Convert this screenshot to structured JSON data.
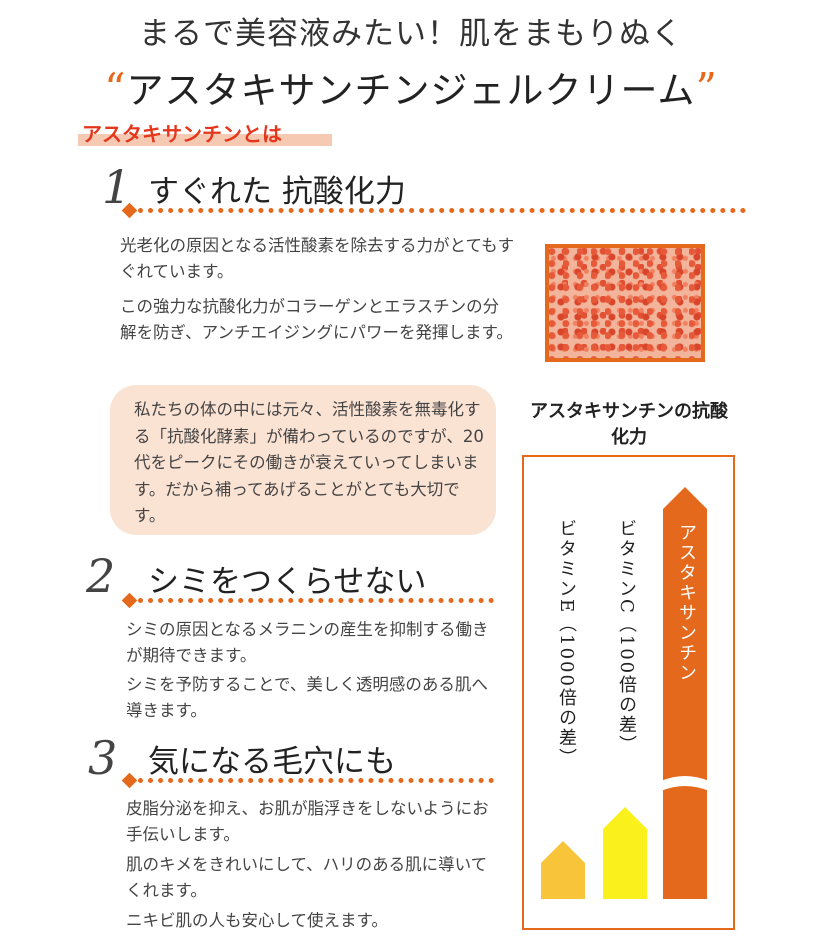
{
  "header": {
    "title_line1": "まるで美容液みたい！肌をまもりぬく",
    "open_quote": "“",
    "title_line2": "アスタキサンチンジェルクリーム",
    "close_quote": "”",
    "about_label": "アスタキサンチンとは"
  },
  "sections": [
    {
      "number": "1",
      "title": "すぐれた 抗酸化力",
      "paragraphs": [
        "光老化の原因となる活性酸素を除去する力がとてもすぐれています。",
        "この強力な抗酸化力がコラーゲンとエラスチンの分解を防ぎ、アンチエイジングにパワーを発揮します。"
      ]
    },
    {
      "number": "2",
      "title": "シミをつくらせない",
      "paragraphs": [
        "シミの原因となるメラニンの産生を抑制する働きが期待できます。",
        "シミを予防することで、美しく透明感のある肌へ導きます。"
      ]
    },
    {
      "number": "3",
      "title": "気になる毛穴にも",
      "paragraphs": [
        "皮脂分泌を抑え、お肌が脂浮きをしないようにお手伝いします。",
        "肌のキメをきれいにして、ハリのある肌に導いてくれます。",
        "ニキビ肌の人も安心して使えます。"
      ]
    }
  ],
  "callout": {
    "text": "私たちの体の中には元々、活性酸素を無毒化する「抗酸化酵素」が備わっているのですが、20代をピークにその働きが衰えていってしまいます。だから補ってあげることがとても大切です。"
  },
  "chart_data": {
    "type": "bar",
    "title": "アスタキサンチンの抗酸化力",
    "categories": [
      "ビタミンE（1000倍の差）",
      "ビタミンC（100倍の差）",
      "アスタキサンチン"
    ],
    "values": [
      1,
      10,
      1000
    ],
    "scale": "broken-axis",
    "colors": [
      "#f8c53a",
      "#f9f01c",
      "#e5691c"
    ],
    "grid": false,
    "legend": "none"
  },
  "colors": {
    "accent": "#e5691c",
    "about_text": "#e5361c",
    "highlight": "#f6c9b3",
    "callout_bg": "#fbe3d4"
  }
}
